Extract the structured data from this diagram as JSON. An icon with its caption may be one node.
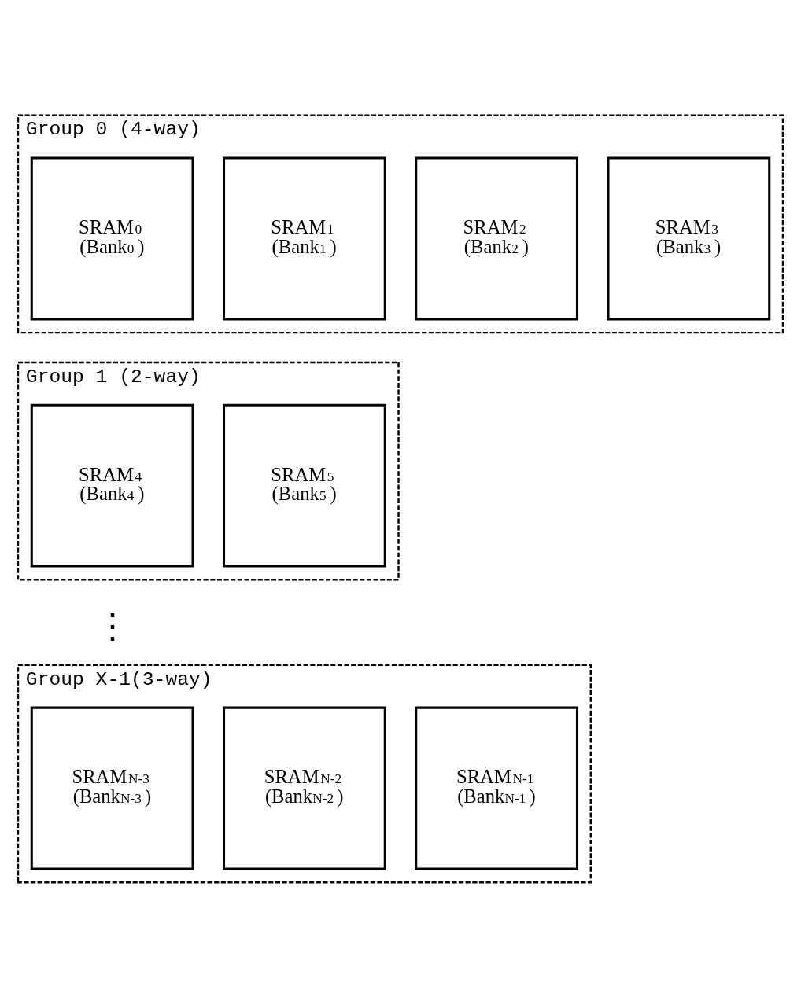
{
  "diagram": {
    "nodes": [
      {
        "text": [
          "Group 0 (4-way)"
        ]
      },
      {
        "text": [
          "SRAM$_{0}$",
          "(Bank$_{0}$)"
        ],
        "in": 0
      },
      {
        "text": [
          "SRAM$_{1}$",
          "(Bank$_{1}$)"
        ],
        "in": 0
      },
      {
        "text": [
          "SRAM$_{2}$",
          "(Bank$_{2}$)"
        ],
        "in": 0
      },
      {
        "text": [
          "SRAM$_{3}$",
          "(Bank$_{3}$)"
        ],
        "in": 0
      },
      {
        "text": [
          "Group 1 (2-way)"
        ]
      },
      {
        "text": [
          "SRAM$_{4}$",
          "(Bank$_{4}$)"
        ],
        "in": 5
      },
      {
        "text": [
          "SRAM$_{5}$",
          "(Bank$_{5}$)"
        ],
        "in": 5
      },
      {
        "text": [
          "Group X-1(3-way)"
        ]
      },
      {
        "text": [
          "SRAM$_{N-3}$",
          "(Bank$_{N-3}$)"
        ],
        "in": 8
      },
      {
        "text": [
          "SRAM$_{N-2}$",
          "(Bank$_{N-2}$)"
        ],
        "in": 8
      },
      {
        "text": [
          "SRAM$_{N-1}$",
          "(Bank$_{N-1}$)"
        ],
        "in": 8
      }
    ],
    "edges": [],
    "labels": [
      "⋮"
    ]
  }
}
